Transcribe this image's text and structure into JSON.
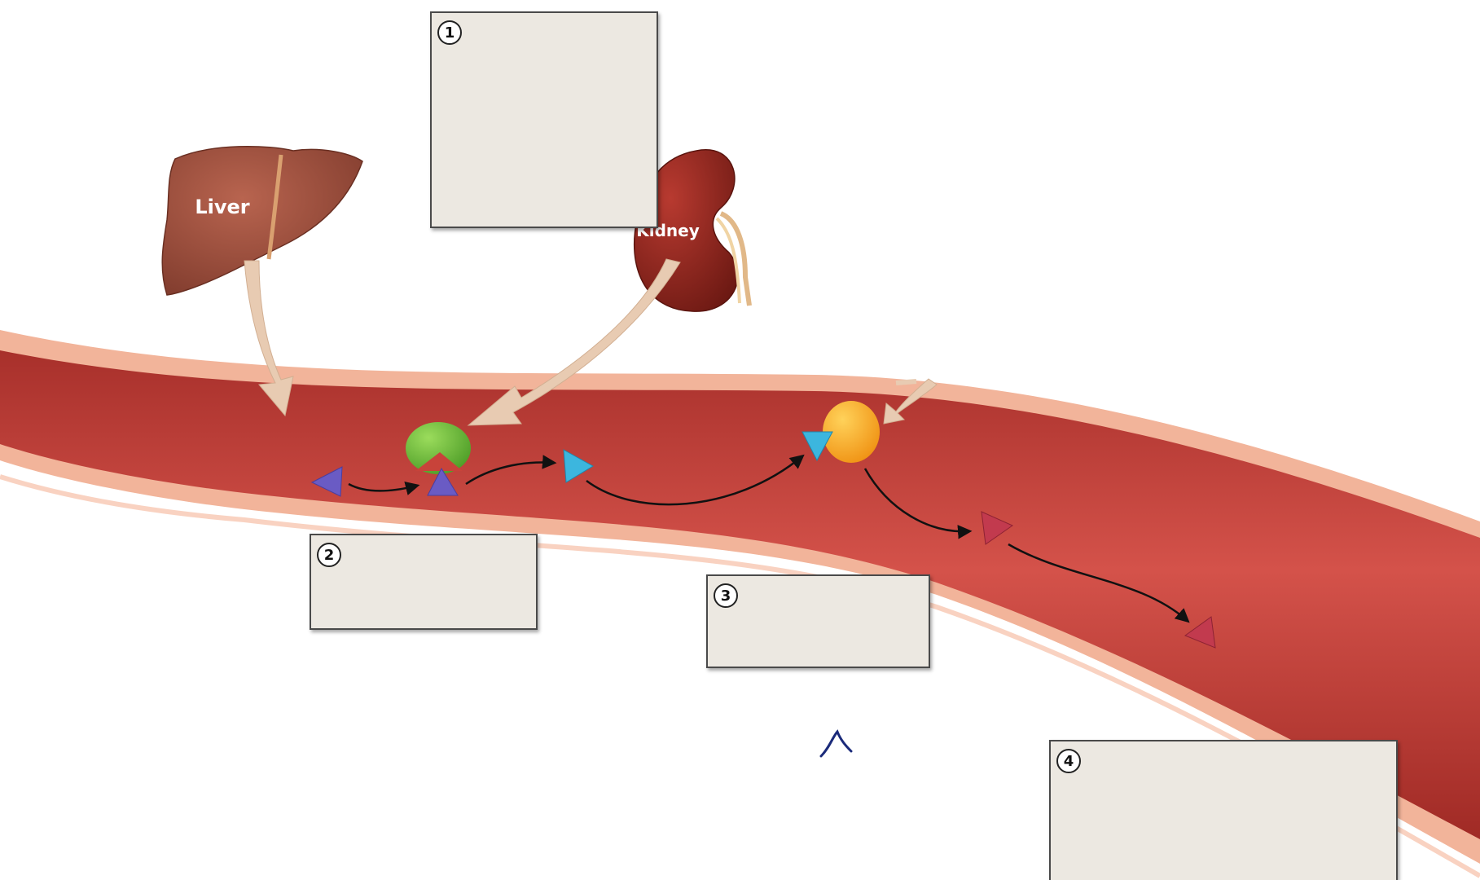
{
  "organs": {
    "liver": "Liver",
    "kidney": "Kidney"
  },
  "label_boxes": [
    {
      "number": "1"
    },
    {
      "number": "2"
    },
    {
      "number": "3"
    },
    {
      "number": "4"
    }
  ],
  "colors": {
    "vessel": "#c8433a",
    "vessel_wall": "#f0a58c",
    "box_fill": "#ece8e1",
    "green_molecule": "#6fbd3d",
    "orange_molecule": "#f5a623",
    "purple_triangle": "#6a5bc4",
    "cyan_triangle": "#3cb6de",
    "red_triangle": "#c23a4e",
    "pen_mark": "#1a2a7a"
  }
}
